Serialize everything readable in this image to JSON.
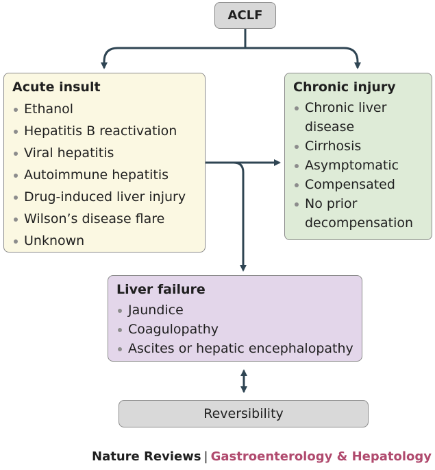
{
  "top_node": {
    "label": "ACLF"
  },
  "acute": {
    "title": "Acute insult",
    "items": [
      "Ethanol",
      "Hepatitis B reactivation",
      "Viral hepatitis",
      "Autoimmune hepatitis",
      "Drug-induced liver injury",
      "Wilson’s disease flare",
      "Unknown"
    ]
  },
  "chronic": {
    "title": "Chronic injury",
    "items": [
      "Chronic liver disease",
      "Cirrhosis",
      "Asymptomatic",
      "Compensated",
      "No prior decompensation"
    ]
  },
  "failure": {
    "title": "Liver failure",
    "items": [
      "Jaundice",
      "Coagulopathy",
      "Ascites or hepatic encephalopathy"
    ]
  },
  "bottom_node": {
    "label": "Reversibility"
  },
  "footer": {
    "publisher": "Nature Reviews",
    "separator": "|",
    "journal": "Gastroenterology & Hepatology"
  },
  "colors": {
    "arrow": "#2f4553",
    "acute_bg": "#fbf8e2",
    "chronic_bg": "#deebd7",
    "failure_bg": "#e3d6ea",
    "journal": "#b04a6e"
  }
}
